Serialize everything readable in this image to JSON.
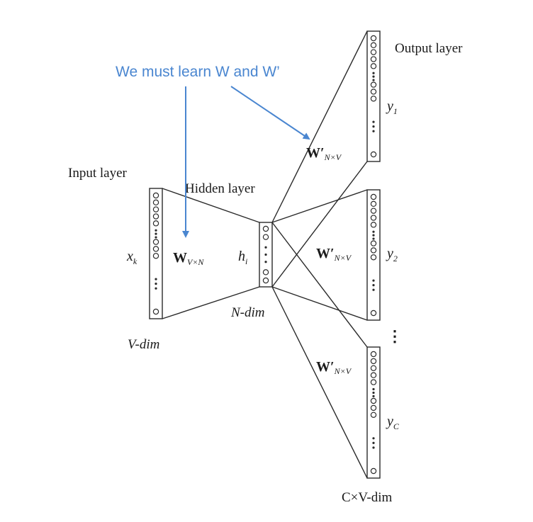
{
  "annotation": {
    "text": "We must learn W and W’",
    "color": "#4a86d0"
  },
  "labels": {
    "input_layer": "Input layer",
    "hidden_layer": "Hidden layer",
    "output_layer": "Output layer",
    "v_dim": "V-dim",
    "n_dim": "N-dim",
    "cv_dim": "C×V-dim"
  },
  "symbols": {
    "x": "x",
    "x_sub": "k",
    "h": "h",
    "h_sub": "i",
    "W": "W",
    "W_sub": "V×N",
    "Wp": "W′",
    "Wp_sub": "N×V",
    "y": "y",
    "y1_sub": "1",
    "y2_sub": "2",
    "yc_sub": "C",
    "vdots": "⋮"
  },
  "colors": {
    "line": "#2a2a2a",
    "text": "#1a1a1a"
  }
}
